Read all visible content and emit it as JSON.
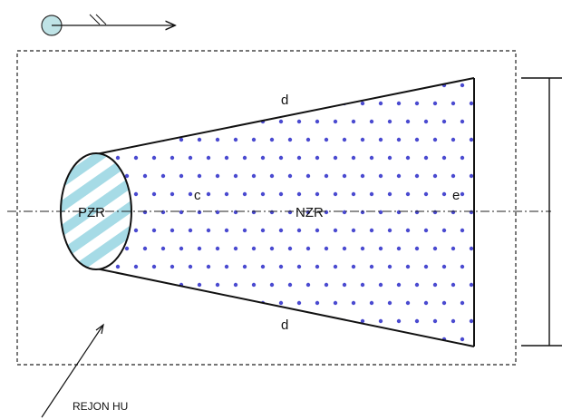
{
  "diagram": {
    "labels": {
      "pzr": "PZR",
      "nzr": "NZR",
      "c": "c",
      "e": "e",
      "d_top": "d",
      "d_bottom": "d",
      "region": "REJON HU"
    },
    "icons": {
      "sensor": "circle-with-arrow-icon"
    },
    "colors": {
      "line": "#111111",
      "dot": "#4a4ad0",
      "hatch": "#a6dbe6",
      "sensor_fill": "#bfe3e6"
    }
  }
}
